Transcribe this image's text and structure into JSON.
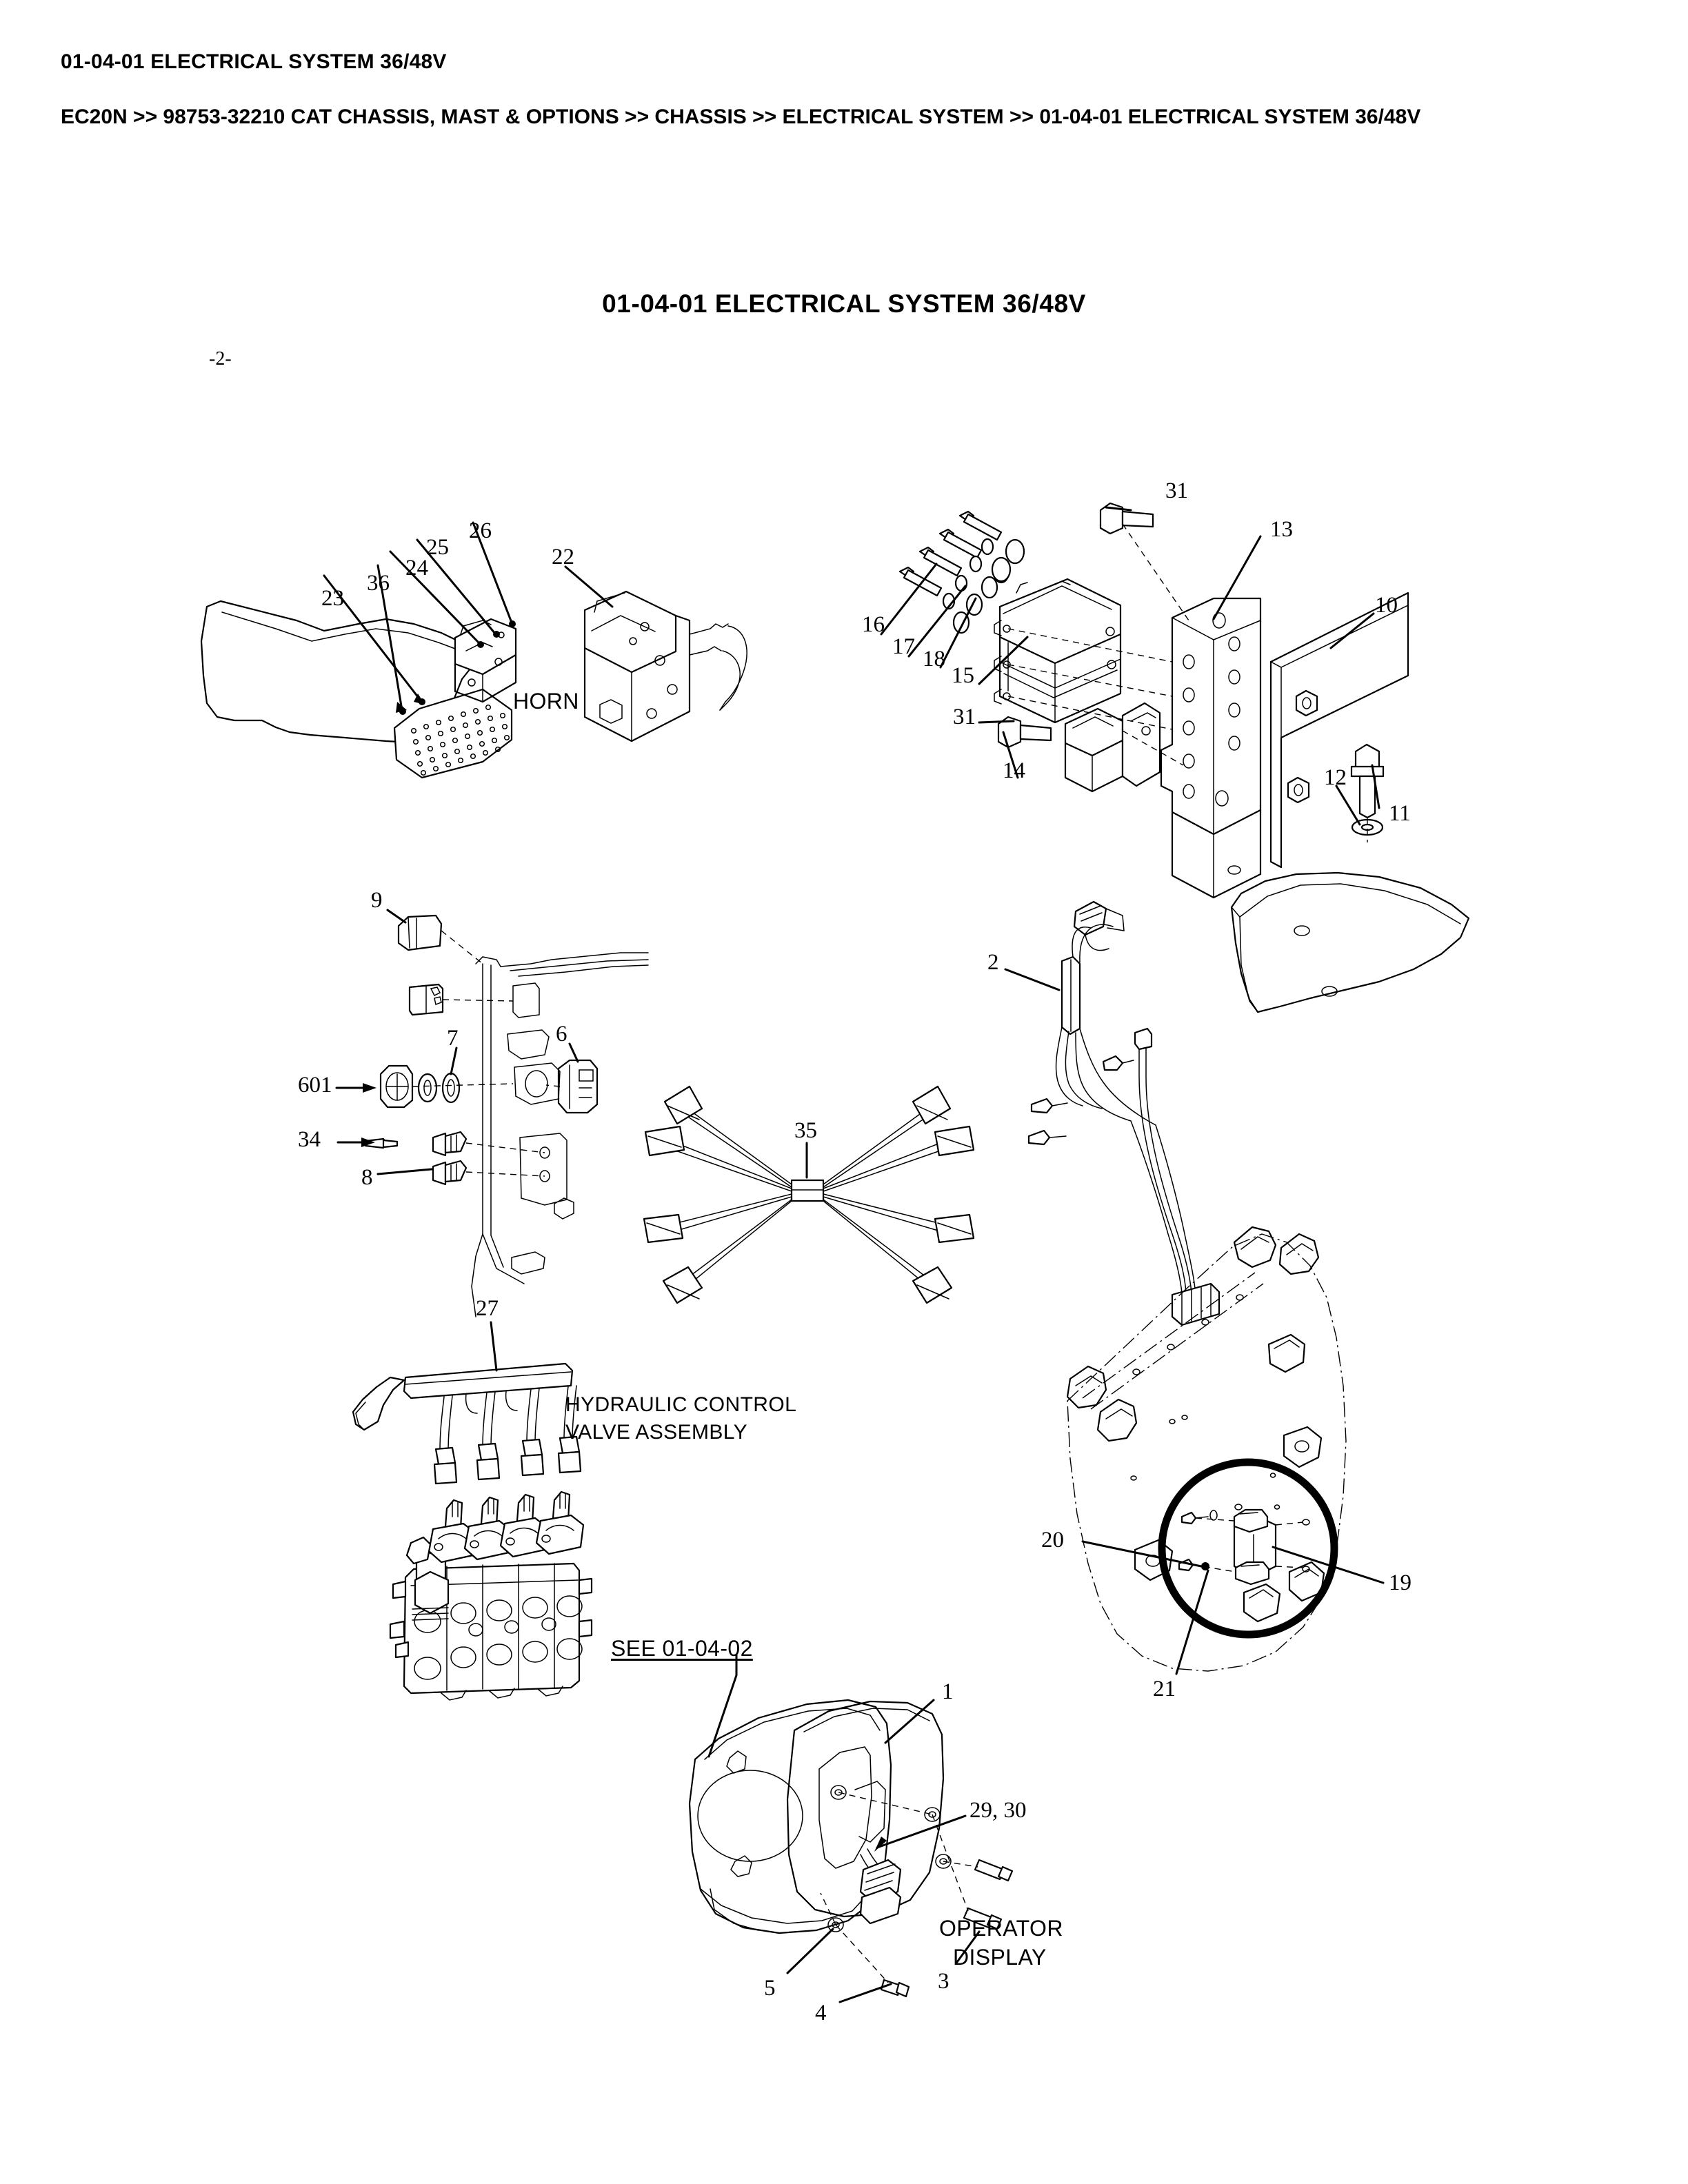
{
  "header": {
    "page_heading": "01-04-01 ELECTRICAL SYSTEM 36/48V",
    "breadcrumb": "EC20N >> 98753-32210 CAT CHASSIS, MAST & OPTIONS >> CHASSIS >> ELECTRICAL SYSTEM >> 01-04-01 ELECTRICAL SYSTEM 36/48V"
  },
  "diagram": {
    "title": "01-04-01 ELECTRICAL SYSTEM  36/48V",
    "sheet_number": "-2-",
    "captions": {
      "horn": "HORN",
      "hydraulic_valve_line1": "HYDRAULIC CONTROL",
      "hydraulic_valve_line2": "VALVE ASSEMBLY",
      "see_reference": "SEE 01-04-02",
      "operator_display_line1": "OPERATOR",
      "operator_display_line2": "DISPLAY"
    },
    "callouts": {
      "c1": "1",
      "c2": "2",
      "c3": "3",
      "c4": "4",
      "c5": "5",
      "c6": "6",
      "c7": "7",
      "c8": "8",
      "c9": "9",
      "c10": "10",
      "c11": "11",
      "c12": "12",
      "c13": "13",
      "c14": "14",
      "c15": "15",
      "c16": "16",
      "c17": "17",
      "c18": "18",
      "c19": "19",
      "c20": "20",
      "c21": "21",
      "c22": "22",
      "c23": "23",
      "c24": "24",
      "c25": "25",
      "c26": "26",
      "c27": "27",
      "c29_30": "29, 30",
      "c31_top": "31",
      "c31_lower": "31",
      "c34": "34",
      "c35": "35",
      "c36": "36",
      "c601": "601"
    }
  },
  "colors": {
    "ink": "#000000",
    "paper": "#ffffff",
    "hidden_line": "#222222"
  }
}
